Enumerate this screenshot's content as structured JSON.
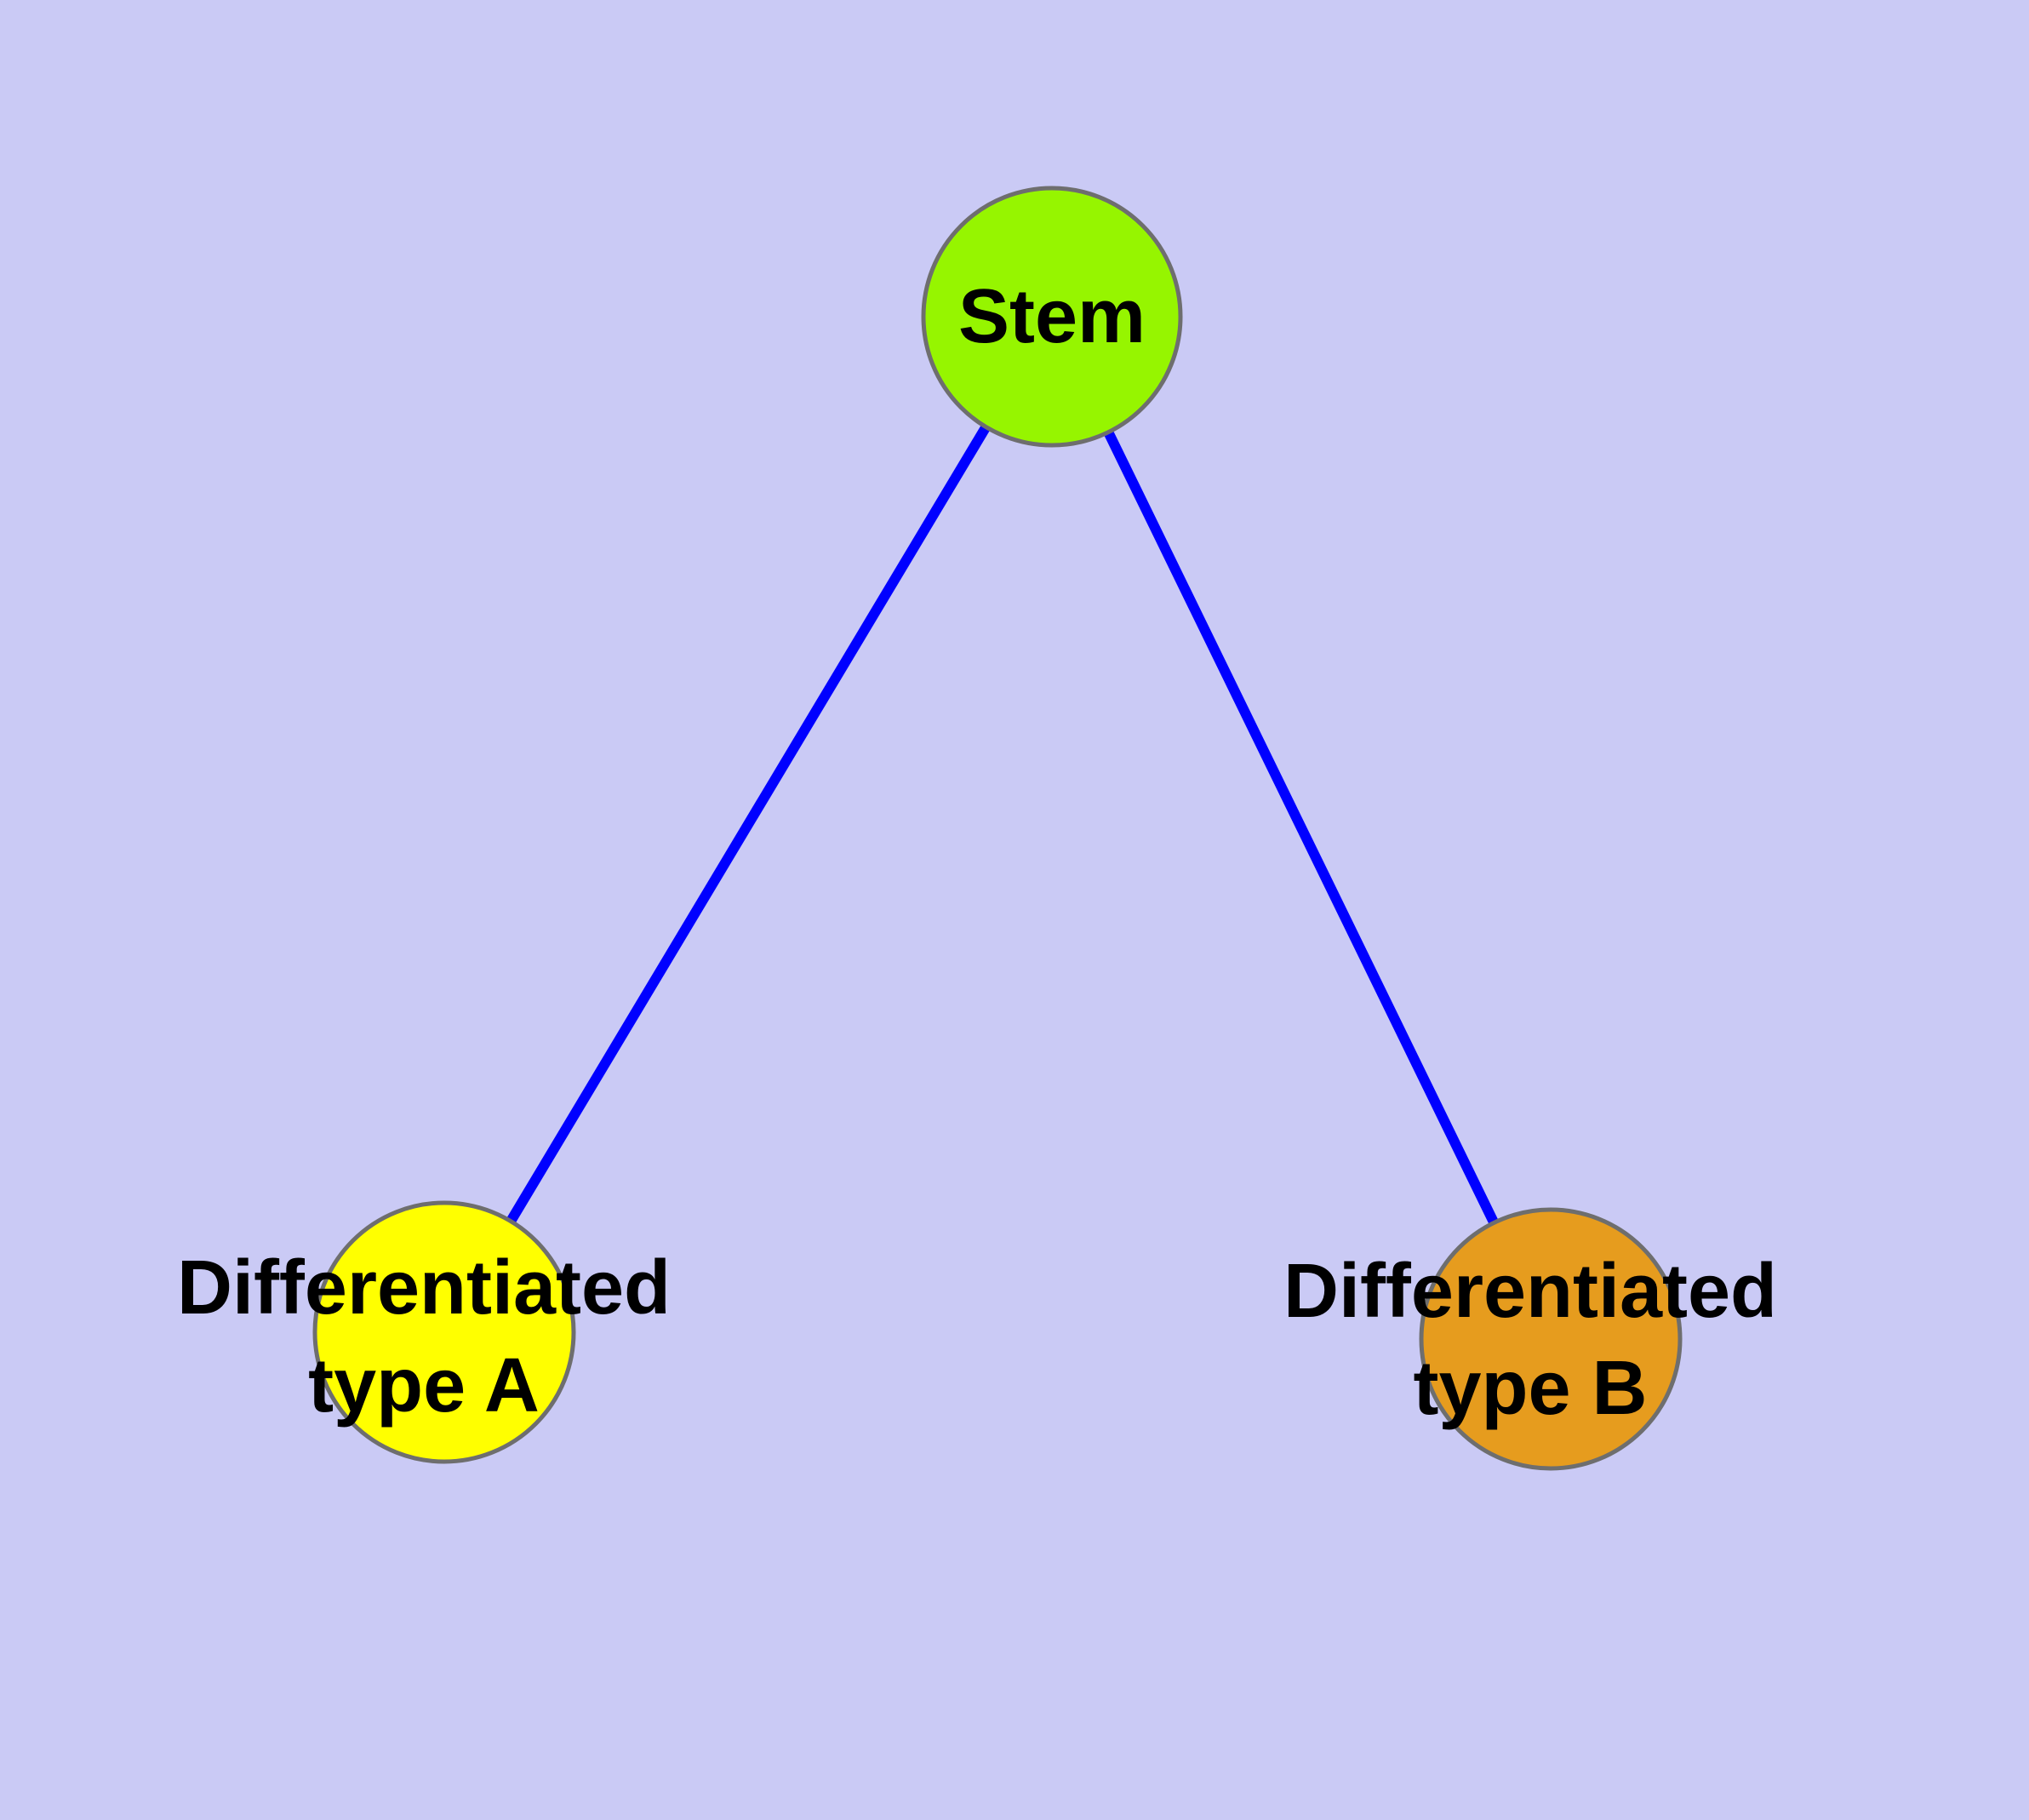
{
  "figure": {
    "type": "node-link-diagram",
    "description": "Stem cell differentiation tree with one stem node and two differentiated cell type nodes",
    "background_color": "#CACAF5",
    "node_border_color": "#6E6E6E",
    "text_color": "#000000",
    "nodes": [
      {
        "id": "stem",
        "label": "Stem",
        "fill_color": "#96F500"
      },
      {
        "id": "differentiated-type-a",
        "label": "Differentiated type A",
        "label_line1": "Differentiated",
        "label_line2": "type A",
        "fill_color": "#FFFF00"
      },
      {
        "id": "differentiated-type-b",
        "label": "Differentiated type B",
        "label_line1": "Differentiated",
        "label_line2": "type B",
        "fill_color": "#E69C1E"
      }
    ],
    "edges": [
      {
        "from": "stem",
        "to": "differentiated-type-a",
        "color": "#0000FF"
      },
      {
        "from": "stem",
        "to": "differentiated-type-b",
        "color": "#0000FF"
      }
    ]
  }
}
